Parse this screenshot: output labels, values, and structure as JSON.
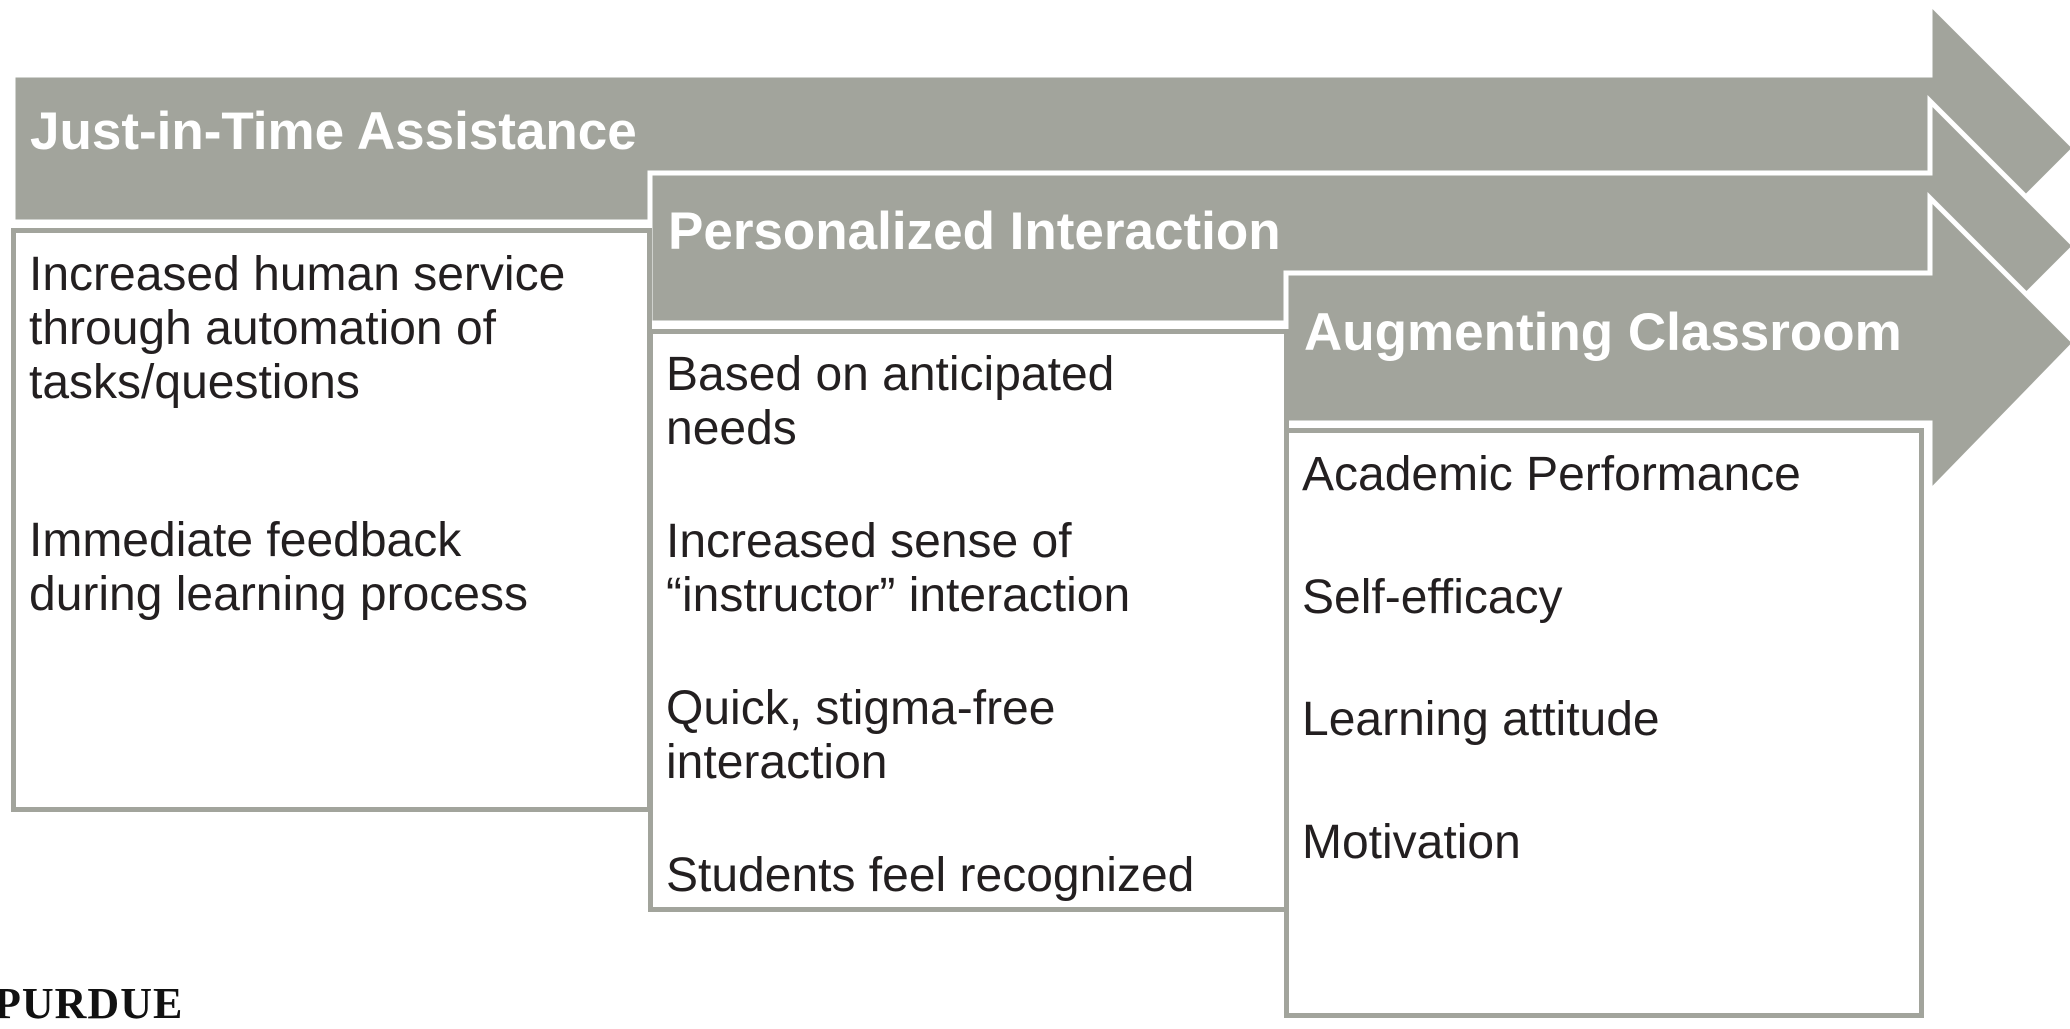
{
  "colors": {
    "arrow_fill": "#a2a49c",
    "box_border": "#a2a49c",
    "title_text": "#ffffff",
    "body_text": "#231f20"
  },
  "stages": [
    {
      "title": "Just-in-Time Assistance",
      "items": [
        "Increased human service",
        "through automation of",
        "tasks/questions",
        "Immediate feedback",
        "during learning process"
      ]
    },
    {
      "title": "Personalized Interaction",
      "items": [
        "Based on anticipated",
        "needs",
        "Increased sense of",
        "“instructor” interaction",
        "Quick, stigma-free",
        "interaction",
        "Students feel recognized"
      ]
    },
    {
      "title": "Augmenting Classroom",
      "items": [
        "Academic Performance",
        "Self-efficacy",
        "Learning attitude",
        "Motivation"
      ]
    }
  ],
  "footer": {
    "logo_text": "PURDUE"
  }
}
